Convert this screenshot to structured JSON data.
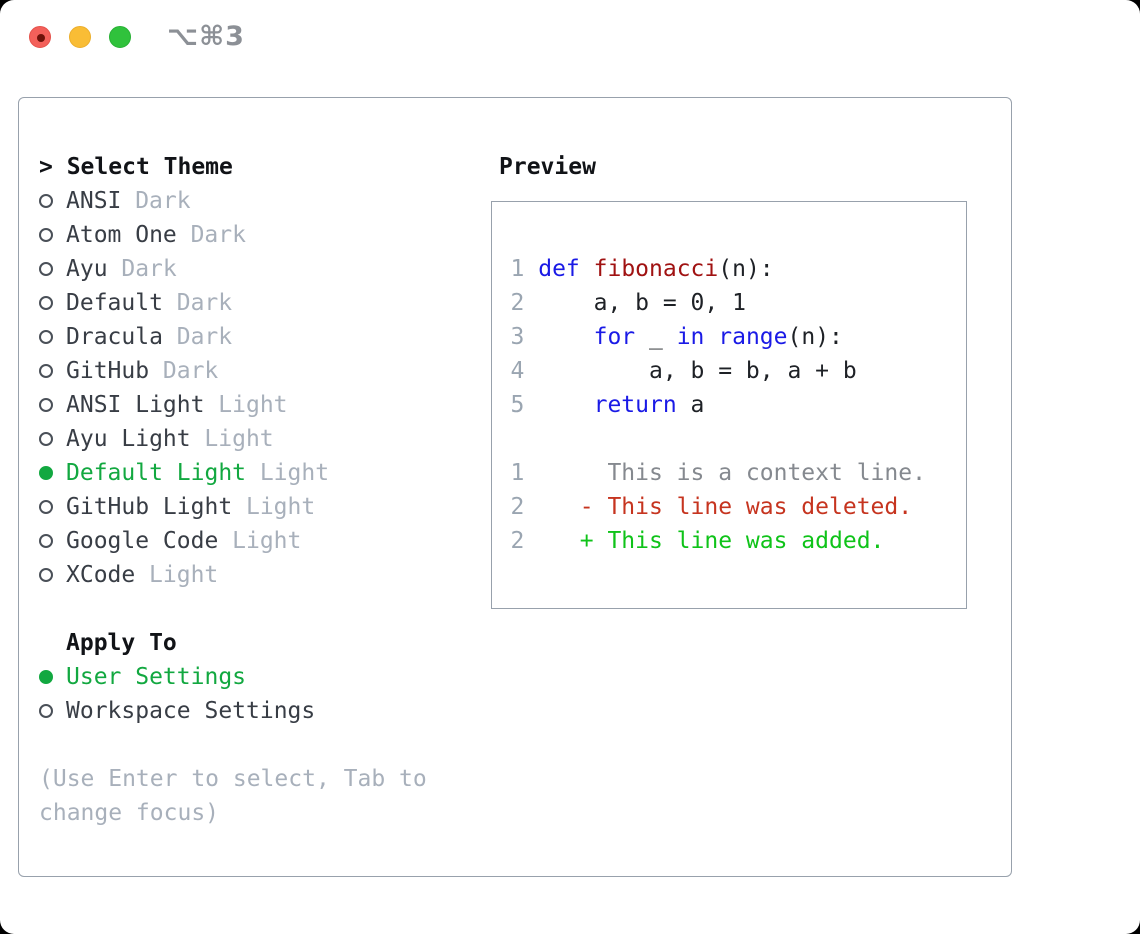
{
  "window": {
    "title": "⌥⌘3",
    "colors": {
      "accent_green": "#12a840",
      "keyword_blue": "#1a1ae6",
      "function_red": "#a01212",
      "diff_deleted_red": "#c6341f",
      "diff_added_green": "#0fc319",
      "muted_gray": "#a8b0bb",
      "border_gray": "#98a1ac",
      "traffic_red": "#f3605a",
      "traffic_yellow": "#f9bd35",
      "traffic_green": "#30c23c"
    }
  },
  "theme_panel": {
    "focus_caret": "> ",
    "header": "Select Theme",
    "items": [
      {
        "name": "ANSI",
        "variant": "Dark",
        "selected": false
      },
      {
        "name": "Atom One",
        "variant": "Dark",
        "selected": false
      },
      {
        "name": "Ayu",
        "variant": "Dark",
        "selected": false
      },
      {
        "name": "Default",
        "variant": "Dark",
        "selected": false
      },
      {
        "name": "Dracula",
        "variant": "Dark",
        "selected": false
      },
      {
        "name": "GitHub",
        "variant": "Dark",
        "selected": false
      },
      {
        "name": "ANSI Light",
        "variant": "Light",
        "selected": false
      },
      {
        "name": "Ayu Light",
        "variant": "Light",
        "selected": false
      },
      {
        "name": "Default Light",
        "variant": "Light",
        "selected": true
      },
      {
        "name": "GitHub Light",
        "variant": "Light",
        "selected": false
      },
      {
        "name": "Google Code",
        "variant": "Light",
        "selected": false
      },
      {
        "name": "XCode",
        "variant": "Light",
        "selected": false
      }
    ],
    "apply_to": {
      "header": "Apply To",
      "options": [
        {
          "label": "User Settings",
          "selected": true
        },
        {
          "label": "Workspace Settings",
          "selected": false
        }
      ]
    },
    "hint_lines": [
      "(Use Enter to select, Tab to",
      "change focus)"
    ]
  },
  "preview": {
    "header": "Preview",
    "lines": [
      {
        "num": "1",
        "tokens": [
          {
            "t": " "
          },
          {
            "t": "def",
            "c": "kw"
          },
          {
            "t": " "
          },
          {
            "t": "fibonacci",
            "c": "fn"
          },
          {
            "t": "(n):"
          }
        ]
      },
      {
        "num": "2",
        "tokens": [
          {
            "t": "     a, b = 0, 1"
          }
        ]
      },
      {
        "num": "3",
        "tokens": [
          {
            "t": "     "
          },
          {
            "t": "for",
            "c": "kw"
          },
          {
            "t": " _ "
          },
          {
            "t": "in",
            "c": "kw"
          },
          {
            "t": " "
          },
          {
            "t": "range",
            "c": "kw"
          },
          {
            "t": "(n):"
          }
        ]
      },
      {
        "num": "4",
        "tokens": [
          {
            "t": "         a, b = b, a + b"
          }
        ]
      },
      {
        "num": "5",
        "tokens": [
          {
            "t": "     "
          },
          {
            "t": "return",
            "c": "kw"
          },
          {
            "t": " a"
          }
        ]
      },
      {
        "blank": true
      },
      {
        "num": "1",
        "tokens": [
          {
            "t": "      This is a context line.",
            "c": "ctx"
          }
        ]
      },
      {
        "num": "2",
        "tokens": [
          {
            "t": "    "
          },
          {
            "t": "- This line was deleted.",
            "c": "del"
          }
        ]
      },
      {
        "num": "2",
        "tokens": [
          {
            "t": "    "
          },
          {
            "t": "+ This line was added.",
            "c": "add"
          }
        ]
      }
    ]
  }
}
